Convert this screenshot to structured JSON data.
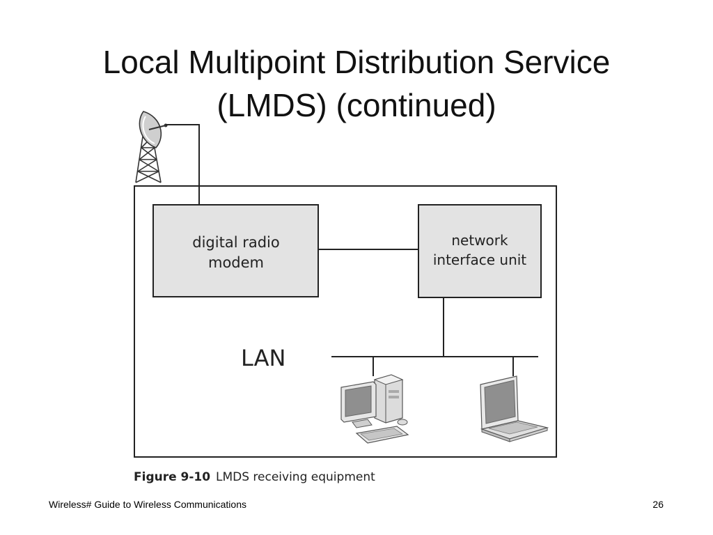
{
  "slide": {
    "title_line1": "Local Multipoint Distribution Service",
    "title_line2": "(LMDS) (continued)",
    "footer_left": "Wireless# Guide to Wireless Communications",
    "page_number": "26"
  },
  "diagram": {
    "modem_line1": "digital radio",
    "modem_line2": "modem",
    "niu_line1": "network",
    "niu_line2": "interface unit",
    "lan_label": "LAN",
    "caption_number": "Figure 9-10",
    "caption_text": "LMDS receiving equipment"
  },
  "colors": {
    "box_fill": "#e3e3e3",
    "line": "#222222",
    "device_gray": "#9a9a9a"
  },
  "icons": [
    "satellite-dish-tower-icon",
    "desktop-computer-icon",
    "laptop-computer-icon"
  ]
}
